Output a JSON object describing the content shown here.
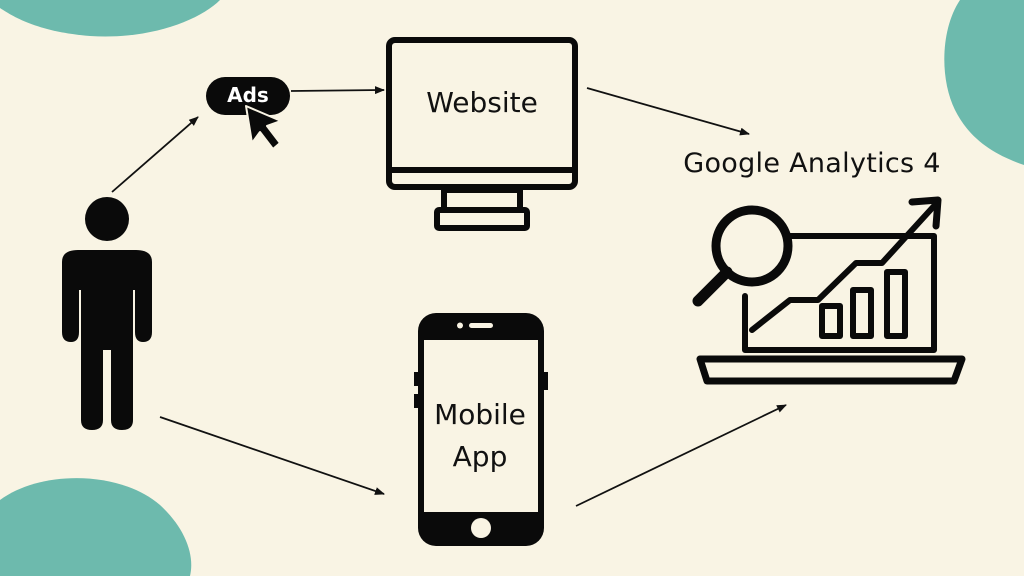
{
  "diagram": {
    "nodes": {
      "ads": {
        "label": "Ads",
        "icon": "cursor-click-icon"
      },
      "website": {
        "label": "Website",
        "icon": "desktop-monitor-icon"
      },
      "mobile_app": {
        "label_line1": "Mobile",
        "label_line2": "App",
        "icon": "smartphone-icon"
      },
      "analytics": {
        "label": "Google Analytics 4",
        "icon": "analytics-laptop-icon"
      },
      "user": {
        "icon": "person-icon"
      }
    },
    "edges": [
      {
        "from": "user",
        "to": "ads"
      },
      {
        "from": "ads",
        "to": "website"
      },
      {
        "from": "website",
        "to": "analytics"
      },
      {
        "from": "user",
        "to": "mobile_app"
      },
      {
        "from": "mobile_app",
        "to": "analytics"
      }
    ]
  },
  "colors": {
    "background": "#f9f4e4",
    "accent_blob": "#6dbaad",
    "ink": "#0f0f0f"
  }
}
